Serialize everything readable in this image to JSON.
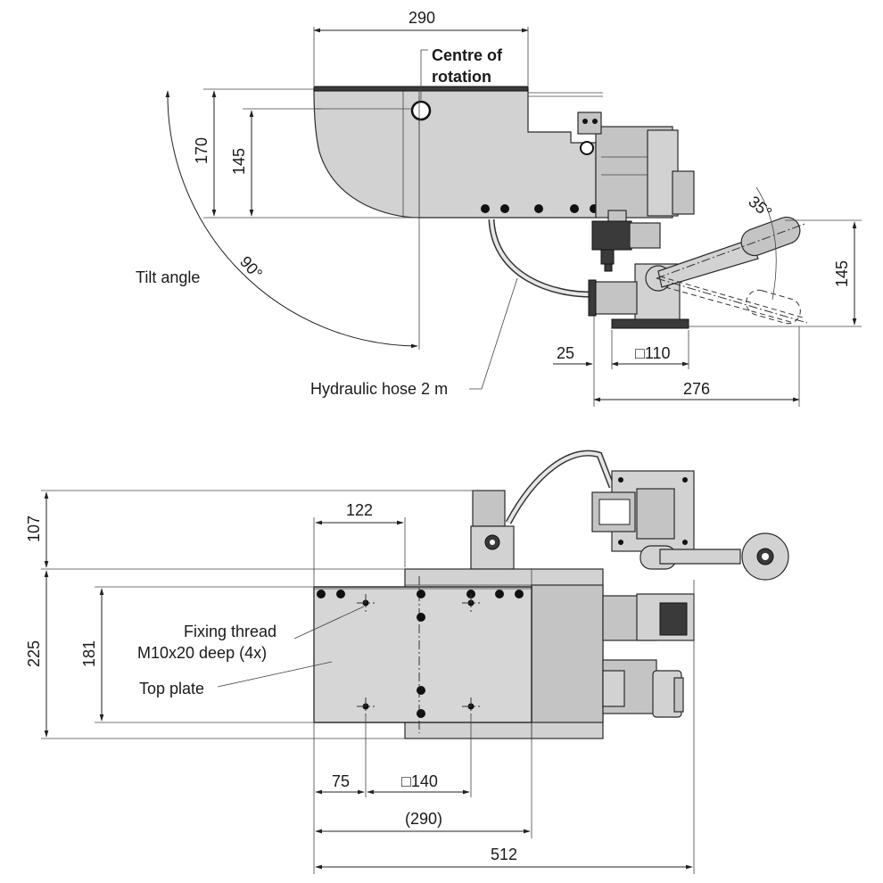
{
  "colors": {
    "body": "#d2d2d2",
    "dark": "#3a3a3a",
    "line": "#222222"
  },
  "labels": {
    "dim_290_top": "290",
    "centre_line1": "Centre of",
    "centre_line2": "rotation",
    "dim_170": "170",
    "dim_145_left": "145",
    "tilt_angle": "Tilt angle",
    "angle_90": "90°",
    "angle_35": "35°",
    "dim_145_right": "145",
    "dim_25": "25",
    "dim_110": "□110",
    "hose": "Hydraulic hose 2 m",
    "dim_276": "276",
    "dim_107": "107",
    "dim_122": "122",
    "dim_225": "225",
    "dim_181": "181",
    "fixing1": "Fixing thread",
    "fixing2": "M10x20 deep (4x)",
    "top_plate": "Top plate",
    "dim_75": "75",
    "dim_140": "□140",
    "dim_290_paren": "(290)",
    "dim_512": "512"
  }
}
